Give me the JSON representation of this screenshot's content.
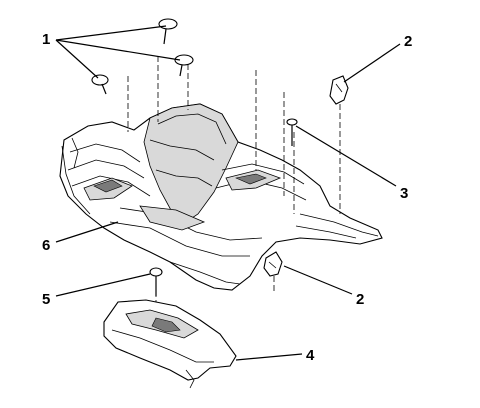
{
  "callouts": {
    "c1": "1",
    "c2_top": "2",
    "c3": "3",
    "c6": "6",
    "c5": "5",
    "c2_bottom": "2",
    "c4": "4"
  }
}
